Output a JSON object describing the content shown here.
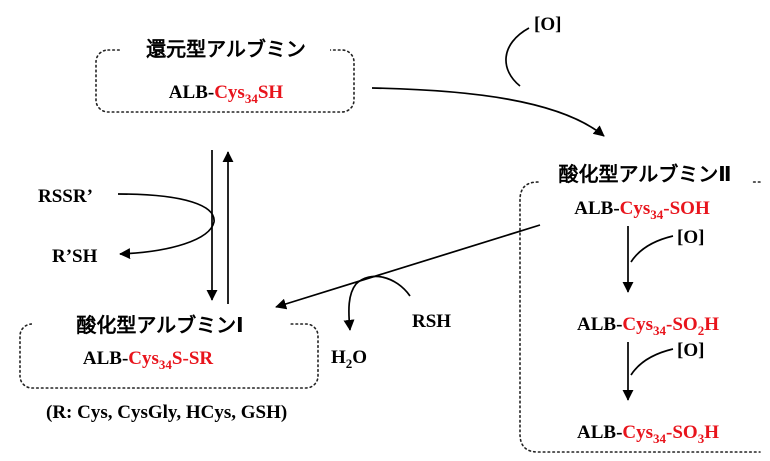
{
  "colors": {
    "text": "#000000",
    "highlight": "#e8141c"
  },
  "reduced": {
    "title": "還元型アルブミン",
    "prefix": "ALB-",
    "cys": "Cys",
    "sub": "34",
    "tail": "SH"
  },
  "oxidized2": {
    "title": "酸化型アルブミンⅡ",
    "rows": [
      {
        "prefix": "ALB-",
        "cys": "Cys",
        "sub": "34",
        "tail_a": "-SOH",
        "tail_sub": "",
        "tail_b": ""
      },
      {
        "prefix": "ALB-",
        "cys": "Cys",
        "sub": "34",
        "tail_a": "-SO",
        "tail_sub": "2",
        "tail_b": "H"
      },
      {
        "prefix": "ALB-",
        "cys": "Cys",
        "sub": "34",
        "tail_a": "-SO",
        "tail_sub": "3",
        "tail_b": "H"
      }
    ]
  },
  "oxidized1": {
    "title": "酸化型アルブミンⅠ",
    "prefix": "ALB-",
    "cys": "Cys",
    "sub": "34",
    "tail": "S-SR"
  },
  "labels": {
    "oxidant": "[O]",
    "rssr": "RSSR’",
    "rsh_left": "R’SH",
    "rsh": "RSH",
    "water_h": "H",
    "water_sub": "2",
    "water_o": "O",
    "r_groups": "(R: Cys, CysGly, HCys, GSH)"
  }
}
